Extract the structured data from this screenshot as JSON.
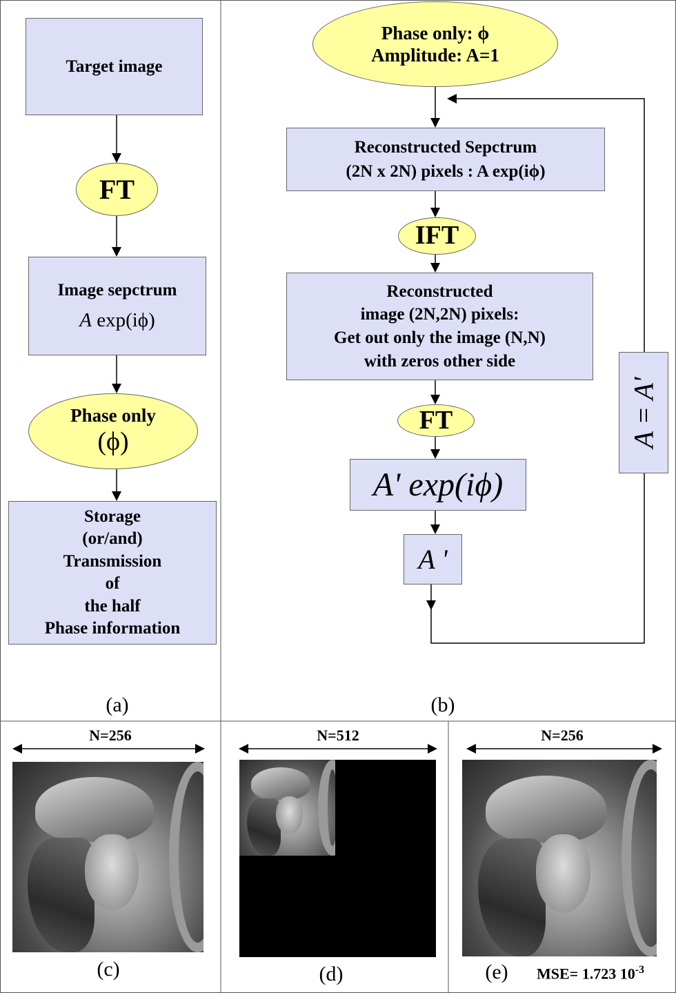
{
  "panel_a": {
    "target_image": "Target image",
    "ft": "FT",
    "spectrum_title": "Image sepctrum",
    "spectrum_amp": "A",
    "spectrum_exp": "exp(iϕ)",
    "phase_only": "Phase only",
    "phase_symbol": "(ϕ)",
    "storage_lines": [
      "Storage",
      "(or/and)",
      "Transmission",
      "of",
      "the half",
      "Phase information"
    ],
    "caption": "(a)"
  },
  "panel_b": {
    "start_line1": "Phase only: ϕ",
    "start_line2": "Amplitude: A=1",
    "recon_spectrum_line1": "Reconstructed Sepctrum",
    "recon_spectrum_line2": "(2N x 2N) pixels : A exp(iϕ)",
    "ift": "IFT",
    "recon_image_lines": [
      "Reconstructed",
      "image (2N,2N) pixels:",
      "Get out only the image (N,N)",
      "with zeros other side"
    ],
    "ft": "FT",
    "a_prime_exp": "A' exp(iϕ)",
    "a_prime": "A '",
    "feedback": "A = A'",
    "caption": "(b)"
  },
  "panel_c": {
    "n_label": "N=256",
    "caption": "(c)"
  },
  "panel_d": {
    "n_label": "N=512",
    "caption": "(d)"
  },
  "panel_e": {
    "n_label": "N=256",
    "caption": "(e)",
    "mse": "MSE= 1.723 10",
    "mse_exp": "-3"
  },
  "colors": {
    "box_fill": "#dddff7",
    "ellipse_fill": "#ffffa0",
    "border": "#666666"
  }
}
